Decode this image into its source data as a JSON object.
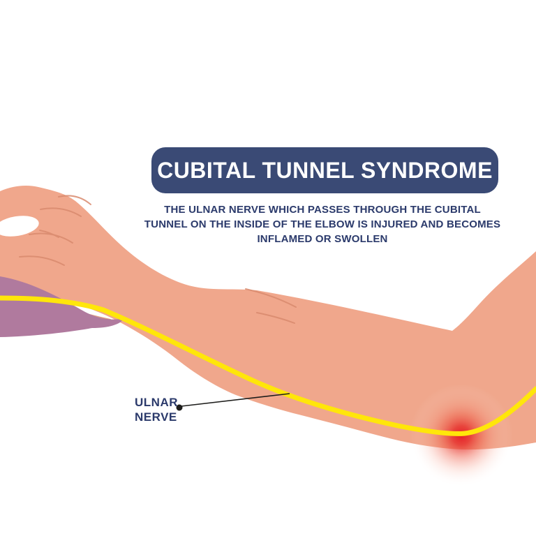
{
  "title": "CUBITAL TUNNEL SYNDROME",
  "subtitle": {
    "line1": "THE ULNAR NERVE WHICH PASSES THROUGH THE CUBITAL",
    "line2": "TUNNEL ON THE INSIDE OF THE ELBOW IS INJURED AND BECOMES",
    "line3": "INFLAMED OR SWOLLEN"
  },
  "nerve_label": {
    "line1": "ULNAR",
    "line2": "NERVE"
  },
  "colors": {
    "background": "#ffffff",
    "banner_bg": "#3a4a75",
    "banner_text": "#ffffff",
    "subtitle_text": "#2b3a6b",
    "label_text": "#2b3a6b",
    "skin": "#f0a78c",
    "skin_crease": "#d98a6e",
    "palm_shade": "#b07a9e",
    "nerve": "#ffe60a",
    "inflammation_core": "#e41b23",
    "pointer": "#1d1d1b"
  }
}
